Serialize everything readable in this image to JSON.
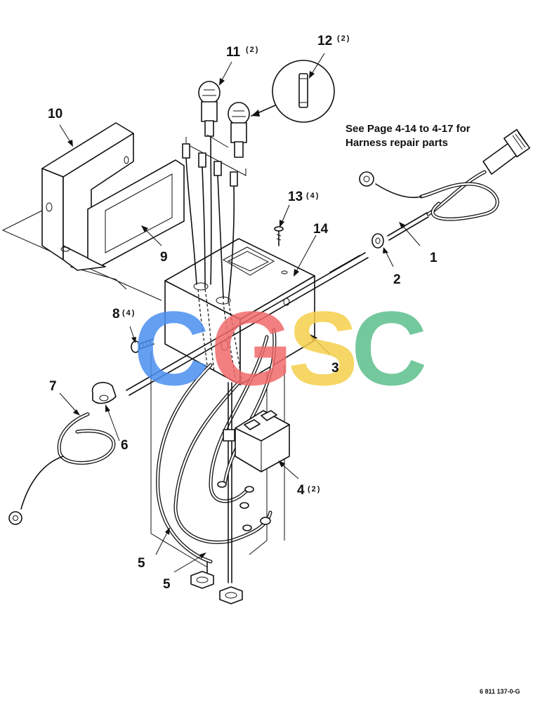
{
  "callouts": {
    "c1": "1",
    "c2": "2",
    "c3": "3",
    "c4": "4",
    "c4_qty": "(2)",
    "c5a": "5",
    "c5b": "5",
    "c6": "6",
    "c7": "7",
    "c8": "8",
    "c8_qty": "(4)",
    "c9": "9",
    "c10": "10",
    "c11": "11",
    "c11_qty": "(2)",
    "c12": "12",
    "c12_qty": "(2)",
    "c13": "13",
    "c13_qty": "(4)",
    "c14": "14"
  },
  "note": {
    "line1": "See Page 4-14 to 4-17 for",
    "line2": "Harness repair parts"
  },
  "figure_id": "6 811 137-0-G",
  "watermark": {
    "letters": [
      "C",
      "G",
      "S",
      "C"
    ],
    "colors": [
      "#4a8ff0",
      "#f06a6a",
      "#f5cf4a",
      "#5cbf8c"
    ]
  }
}
